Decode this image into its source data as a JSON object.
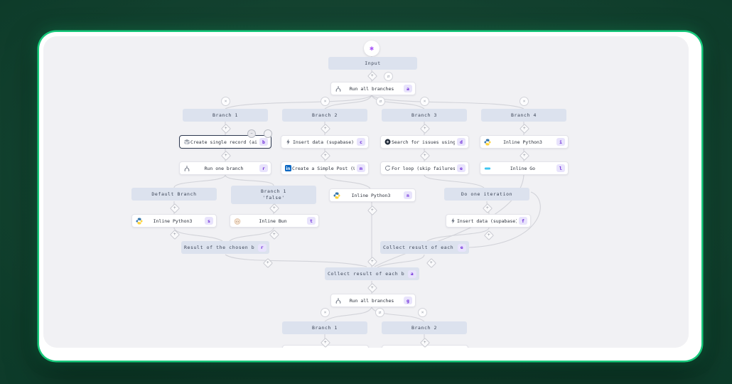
{
  "colors": {
    "frame_green": "#17c97b",
    "page_bg": "#0d3a29",
    "canvas_bg": "#f1f1f4",
    "header_bg": "#dce2ee",
    "badge_bg": "#e8e3fc",
    "badge_text": "#6d28d9",
    "edge": "#d2d3d9",
    "logo_purple": "#a855f7"
  },
  "icons": {
    "sparkle": "✱",
    "close": "×",
    "swap": "⇄",
    "plus": "+",
    "grip": "⋯"
  },
  "flow": {
    "nodes": {
      "input": {
        "label": "Input"
      },
      "run_all_top": {
        "label": "Run all branches",
        "badge": "a",
        "icon": "branch-split-icon"
      },
      "branch1_top": {
        "label": "Branch 1"
      },
      "branch2_top": {
        "label": "Branch 2"
      },
      "branch3_top": {
        "label": "Branch 3"
      },
      "branch4_top": {
        "label": "Branch 4"
      },
      "airtable": {
        "label": "Create single record (airtable)",
        "badge": "b",
        "icon": "airtable-icon",
        "selected": true
      },
      "supabase_b2": {
        "label": "Insert data (supabase)",
        "badge": "c",
        "icon": "lightning-icon"
      },
      "jira": {
        "label": "Search for issues using JQL (...",
        "badge": "d",
        "icon": "jira-icon"
      },
      "python_b4": {
        "label": "Inline Python3",
        "badge": "i",
        "icon": "python-icon"
      },
      "run_one": {
        "label": "Run one branch",
        "badge": "r",
        "icon": "branch-split-icon"
      },
      "linkedin_post": {
        "label": "Create a Simple Post (User) (...",
        "badge": "m",
        "icon": "linkedin-icon"
      },
      "for_loop": {
        "label": "For loop (skip failures)",
        "badge": "e",
        "icon": "loop-icon"
      },
      "inline_go": {
        "label": "Inline Go",
        "badge": "l",
        "icon": "go-icon"
      },
      "default_branch": {
        "label": "Default Branch"
      },
      "branch1_false": {
        "label": "Branch 1",
        "sublabel": "'false'"
      },
      "python_center": {
        "label": "Inline Python3",
        "badge": "n",
        "icon": "python-icon"
      },
      "do_one_iteration": {
        "label": "Do one iteration"
      },
      "python_left": {
        "label": "Inline Python3",
        "badge": "s",
        "icon": "python-icon"
      },
      "inline_bun": {
        "label": "Inline Bun",
        "badge": "t",
        "icon": "bun-icon"
      },
      "supabase_loop": {
        "label": "Insert data (supabase)",
        "badge": "f",
        "icon": "lightning-icon"
      },
      "result_chosen": {
        "label": "Result of the chosen branch",
        "badge": "r"
      },
      "collect_iteration": {
        "label": "Collect result of each iterat",
        "badge": "e"
      },
      "collect_branch": {
        "label": "Collect result of each branch",
        "badge": "a"
      },
      "run_all_bottom": {
        "label": "Run all branches",
        "badge": "g",
        "icon": "branch-split-icon"
      },
      "branch1_bottom": {
        "label": "Branch 1"
      },
      "branch2_bottom": {
        "label": "Branch 2"
      }
    }
  }
}
